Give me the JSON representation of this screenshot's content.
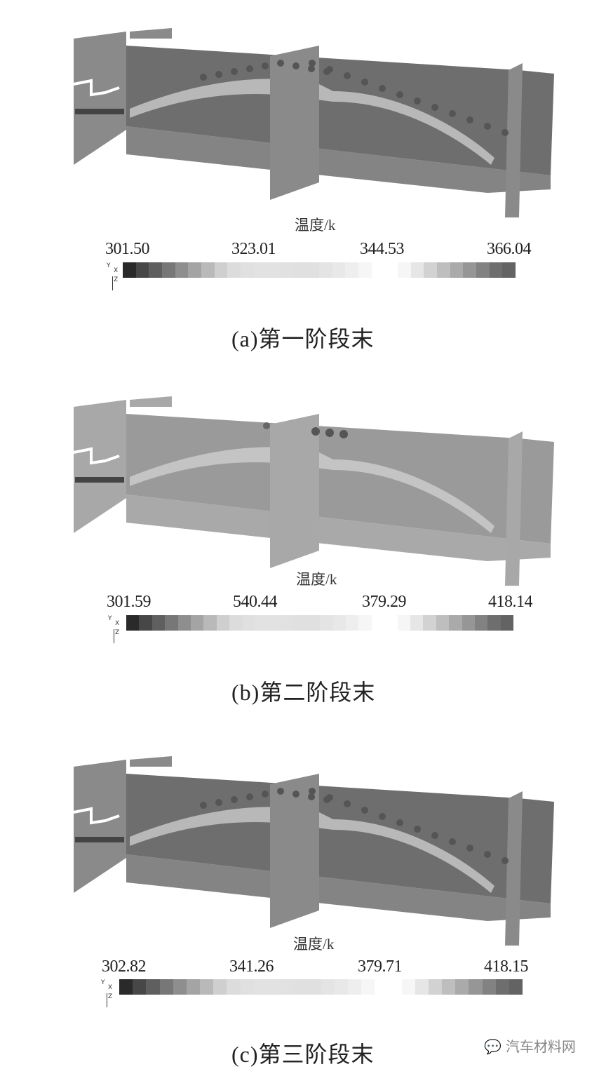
{
  "figure": {
    "legend_label": "温度/k",
    "watermark": "汽车材料网",
    "panels": [
      {
        "id": "a",
        "caption": "(a)第一阶段末",
        "ticks": [
          "301.50",
          "323.01",
          "344.53",
          "366.04"
        ],
        "scheme": "dark"
      },
      {
        "id": "b",
        "caption": "(b)第二阶段末",
        "ticks": [
          "301.59",
          "540.44",
          "379.29",
          "418.14"
        ],
        "scheme": "light"
      },
      {
        "id": "c",
        "caption": "(c)第三阶段末",
        "ticks": [
          "302.82",
          "341.26",
          "379.71",
          "418.15"
        ],
        "scheme": "dark"
      }
    ],
    "colorbar_grays": [
      "#2a2a2a",
      "#474747",
      "#5f5f5f",
      "#777",
      "#8e8e8e",
      "#a4a4a4",
      "#b9b9b9",
      "#cfcfcf",
      "#dcdcdc",
      "#e0e0e0",
      "#e2e2e2",
      "#e2e2e2",
      "#e1e1e1",
      "#e0e0e0",
      "#e0e0e0",
      "#e4e4e4",
      "#e8e8e8",
      "#eeeeee",
      "#f6f6f6",
      "#ffffff",
      "#ffffff",
      "#f6f6f6",
      "#e6e6e6",
      "#d2d2d2",
      "#bebebe",
      "#aaaaaa",
      "#969696",
      "#828282",
      "#6e6e6e",
      "#636363"
    ],
    "axes_labels": {
      "y": "Y",
      "x": "X",
      "z": "Z"
    }
  }
}
